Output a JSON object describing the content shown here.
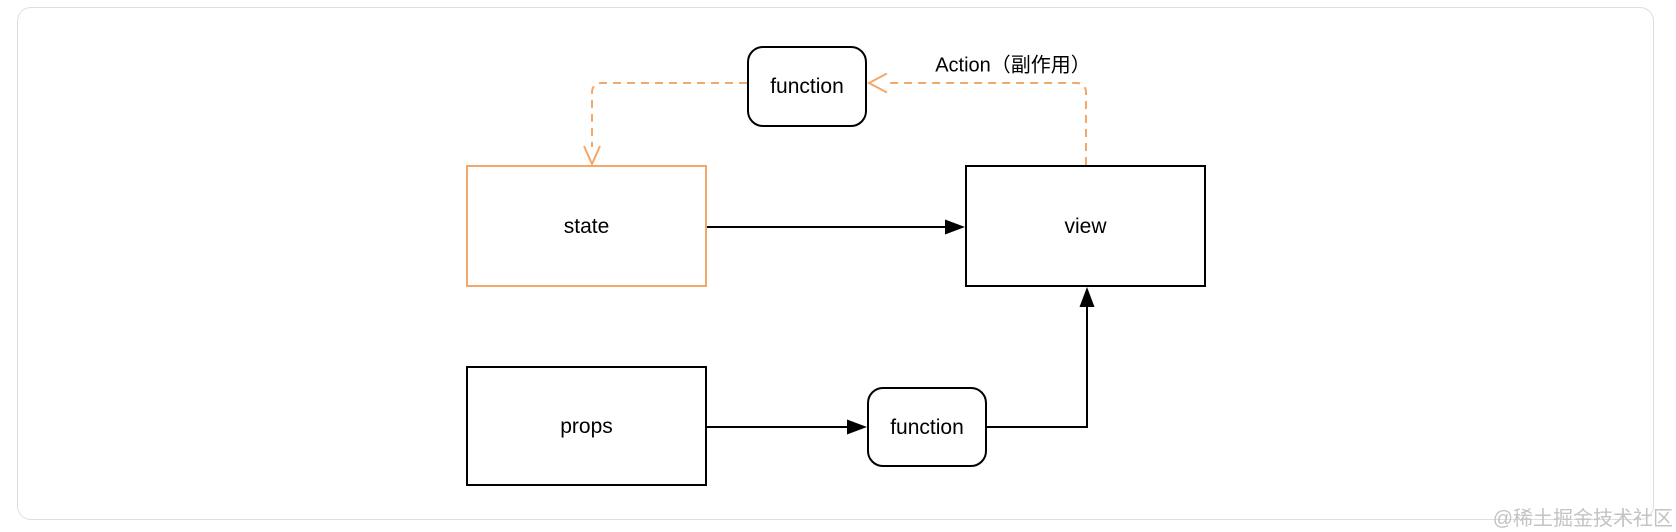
{
  "page": {
    "watermark": "@稀土掘金技术社区",
    "background": "#FFFFFF"
  },
  "colors": {
    "accent_orange": "#F2A76B",
    "edge_black": "#000000",
    "card_border": "#DEDEDE",
    "watermark_gray": "#C3C3C3",
    "node_fill": "#FFFFFF"
  },
  "diagram": {
    "type": "flowchart",
    "nodes": [
      {
        "id": "function_top",
        "label": "function",
        "shape": "rounded-rect",
        "border_color": "#000000"
      },
      {
        "id": "state",
        "label": "state",
        "shape": "rect",
        "border_color": "#F2A76B"
      },
      {
        "id": "view",
        "label": "view",
        "shape": "rect",
        "border_color": "#000000"
      },
      {
        "id": "props",
        "label": "props",
        "shape": "rect",
        "border_color": "#000000"
      },
      {
        "id": "function_bottom",
        "label": "function",
        "shape": "rounded-rect",
        "border_color": "#000000"
      }
    ],
    "edges": [
      {
        "from": "state",
        "to": "view",
        "style": "solid-arrow",
        "color": "#000000",
        "label": ""
      },
      {
        "from": "props",
        "to": "function_bottom",
        "style": "solid-arrow",
        "color": "#000000",
        "label": ""
      },
      {
        "from": "function_bottom",
        "to": "view",
        "style": "solid-arrow-elbow",
        "color": "#000000",
        "label": ""
      },
      {
        "from": "view",
        "to": "function_top",
        "style": "dashed-open-arrow-elbow",
        "color": "#F2A76B",
        "label": "Action（副作用）"
      },
      {
        "from": "function_top",
        "to": "state",
        "style": "dashed-open-arrow-elbow",
        "color": "#F2A76B",
        "label": ""
      }
    ]
  }
}
